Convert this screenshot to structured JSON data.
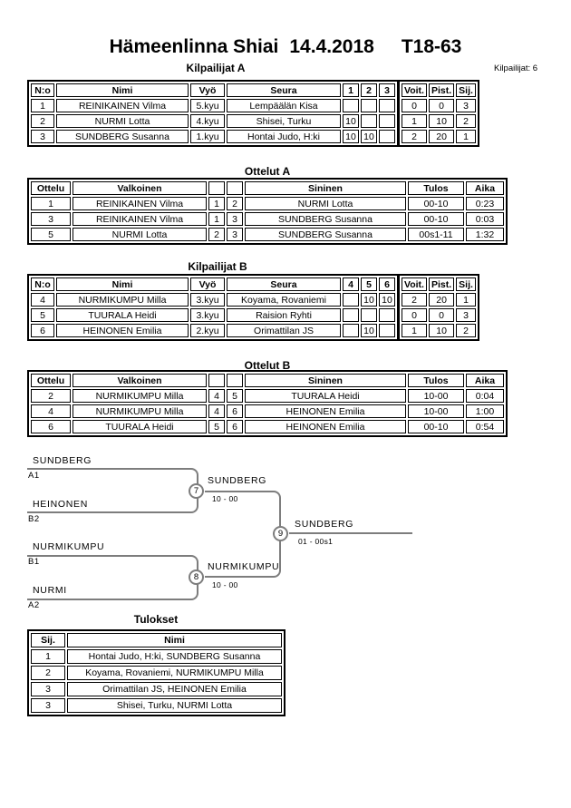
{
  "page": {
    "title_event": "Hämeenlinna Shiai",
    "title_date": "14.4.2018",
    "title_class": "T18-63",
    "competitors_label": "Kilpailijat: 6"
  },
  "colors": {
    "bracket_line": "#7d7d7d",
    "table_border": "#000000"
  },
  "pool_a": {
    "title": "Kilpailijat A",
    "headers": {
      "no": "N:o",
      "nimi": "Nimi",
      "vyo": "Vyö",
      "seura": "Seura",
      "m1": "1",
      "m2": "2",
      "m3": "3",
      "voit": "Voit.",
      "pist": "Pist.",
      "sij": "Sij."
    },
    "rows": [
      {
        "no": "1",
        "nimi": "REINIKAINEN Vilma",
        "vyo": "5.kyu",
        "seura": "Lempäälän Kisa",
        "m1": "",
        "m2": "",
        "m3": "",
        "voit": "0",
        "pist": "0",
        "sij": "3"
      },
      {
        "no": "2",
        "nimi": "NURMI Lotta",
        "vyo": "4.kyu",
        "seura": "Shisei, Turku",
        "m1": "10",
        "m2": "",
        "m3": "",
        "voit": "1",
        "pist": "10",
        "sij": "2"
      },
      {
        "no": "3",
        "nimi": "SUNDBERG Susanna",
        "vyo": "1.kyu",
        "seura": "Hontai Judo, H:ki",
        "m1": "10",
        "m2": "10",
        "m3": "",
        "voit": "2",
        "pist": "20",
        "sij": "1"
      }
    ]
  },
  "matches_a": {
    "title": "Ottelut A",
    "headers": {
      "ottelu": "Ottelu",
      "valkoinen": "Valkoinen",
      "sininen": "Sininen",
      "tulos": "Tulos",
      "aika": "Aika"
    },
    "rows": [
      {
        "ottelu": "1",
        "valkoinen": "REINIKAINEN Vilma",
        "wno": "1",
        "bno": "2",
        "sininen": "NURMI Lotta",
        "tulos": "00-10",
        "aika": "0:23"
      },
      {
        "ottelu": "3",
        "valkoinen": "REINIKAINEN Vilma",
        "wno": "1",
        "bno": "3",
        "sininen": "SUNDBERG Susanna",
        "tulos": "00-10",
        "aika": "0:03"
      },
      {
        "ottelu": "5",
        "valkoinen": "NURMI Lotta",
        "wno": "2",
        "bno": "3",
        "sininen": "SUNDBERG Susanna",
        "tulos": "00s1-11",
        "aika": "1:32"
      }
    ]
  },
  "pool_b": {
    "title": "Kilpailijat B",
    "headers": {
      "no": "N:o",
      "nimi": "Nimi",
      "vyo": "Vyö",
      "seura": "Seura",
      "m4": "4",
      "m5": "5",
      "m6": "6",
      "voit": "Voit.",
      "pist": "Pist.",
      "sij": "Sij."
    },
    "rows": [
      {
        "no": "4",
        "nimi": "NURMIKUMPU Milla",
        "vyo": "3.kyu",
        "seura": "Koyama, Rovaniemi",
        "m4": "",
        "m5": "10",
        "m6": "10",
        "voit": "2",
        "pist": "20",
        "sij": "1"
      },
      {
        "no": "5",
        "nimi": "TUURALA Heidi",
        "vyo": "3.kyu",
        "seura": "Raision Ryhti",
        "m4": "",
        "m5": "",
        "m6": "",
        "voit": "0",
        "pist": "0",
        "sij": "3"
      },
      {
        "no": "6",
        "nimi": "HEINONEN Emilia",
        "vyo": "2.kyu",
        "seura": "Orimattilan JS",
        "m4": "",
        "m5": "10",
        "m6": "",
        "voit": "1",
        "pist": "10",
        "sij": "2"
      }
    ]
  },
  "matches_b": {
    "title": "Ottelut B",
    "headers": {
      "ottelu": "Ottelu",
      "valkoinen": "Valkoinen",
      "sininen": "Sininen",
      "tulos": "Tulos",
      "aika": "Aika"
    },
    "rows": [
      {
        "ottelu": "2",
        "valkoinen": "NURMIKUMPU Milla",
        "wno": "4",
        "bno": "5",
        "sininen": "TUURALA Heidi",
        "tulos": "10-00",
        "aika": "0:04"
      },
      {
        "ottelu": "4",
        "valkoinen": "NURMIKUMPU Milla",
        "wno": "4",
        "bno": "6",
        "sininen": "HEINONEN Emilia",
        "tulos": "10-00",
        "aika": "1:00"
      },
      {
        "ottelu": "6",
        "valkoinen": "TUURALA Heidi",
        "wno": "5",
        "bno": "6",
        "sininen": "HEINONEN Emilia",
        "tulos": "00-10",
        "aika": "0:54"
      }
    ]
  },
  "bracket": {
    "semi1": {
      "match_no": "7",
      "top_name": "SUNDBERG",
      "top_code": "A1",
      "bottom_name": "HEINONEN",
      "bottom_code": "B2",
      "winner": "SUNDBERG",
      "score": "10 - 00"
    },
    "semi2": {
      "match_no": "8",
      "top_name": "NURMIKUMPU",
      "top_code": "B1",
      "bottom_name": "NURMI",
      "bottom_code": "A2",
      "winner": "NURMIKUMPU",
      "score": "10 - 00"
    },
    "final": {
      "match_no": "9",
      "winner": "SUNDBERG",
      "score": "01 - 00s1"
    }
  },
  "results": {
    "title": "Tulokset",
    "headers": {
      "sij": "Sij.",
      "nimi": "Nimi"
    },
    "rows": [
      {
        "sij": "1",
        "nimi": "Hontai Judo, H:ki, SUNDBERG Susanna"
      },
      {
        "sij": "2",
        "nimi": "Koyama, Rovaniemi, NURMIKUMPU Milla"
      },
      {
        "sij": "3",
        "nimi": "Orimattilan JS, HEINONEN Emilia"
      },
      {
        "sij": "3",
        "nimi": "Shisei, Turku, NURMI Lotta"
      }
    ]
  }
}
